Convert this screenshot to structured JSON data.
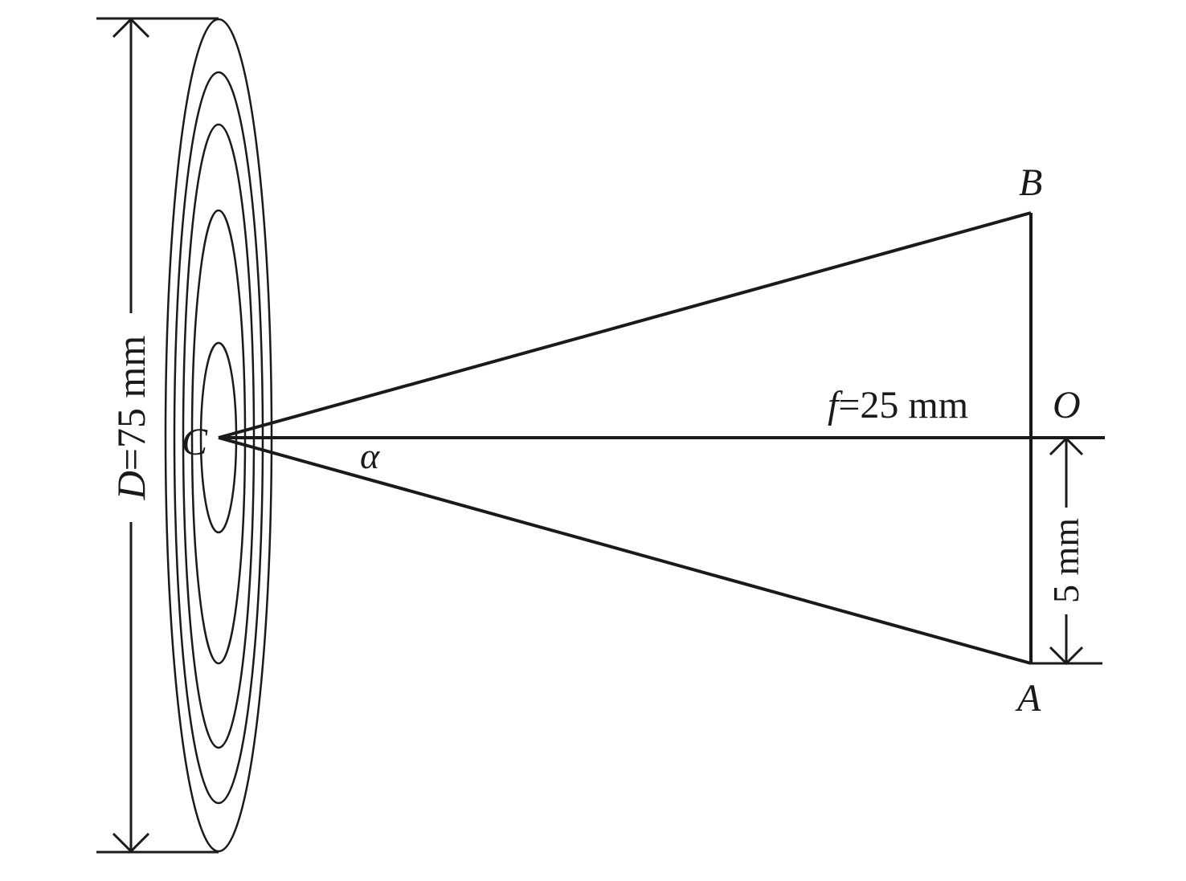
{
  "labels": {
    "diameter_var": "D",
    "diameter_rest": "=75 mm",
    "focal_var": "f",
    "focal_rest": "=25 mm",
    "half_height": "5 mm",
    "point_a": "A",
    "point_b": "B",
    "point_c": "C",
    "point_o": "O",
    "angle": "α"
  },
  "values": {
    "diameter_mm": 75,
    "focal_length_mm": 25,
    "half_height_mm": 5
  },
  "rings": {
    "count": 5
  },
  "colors": {
    "ink": "#1a1a1a",
    "background": "#ffffff"
  }
}
